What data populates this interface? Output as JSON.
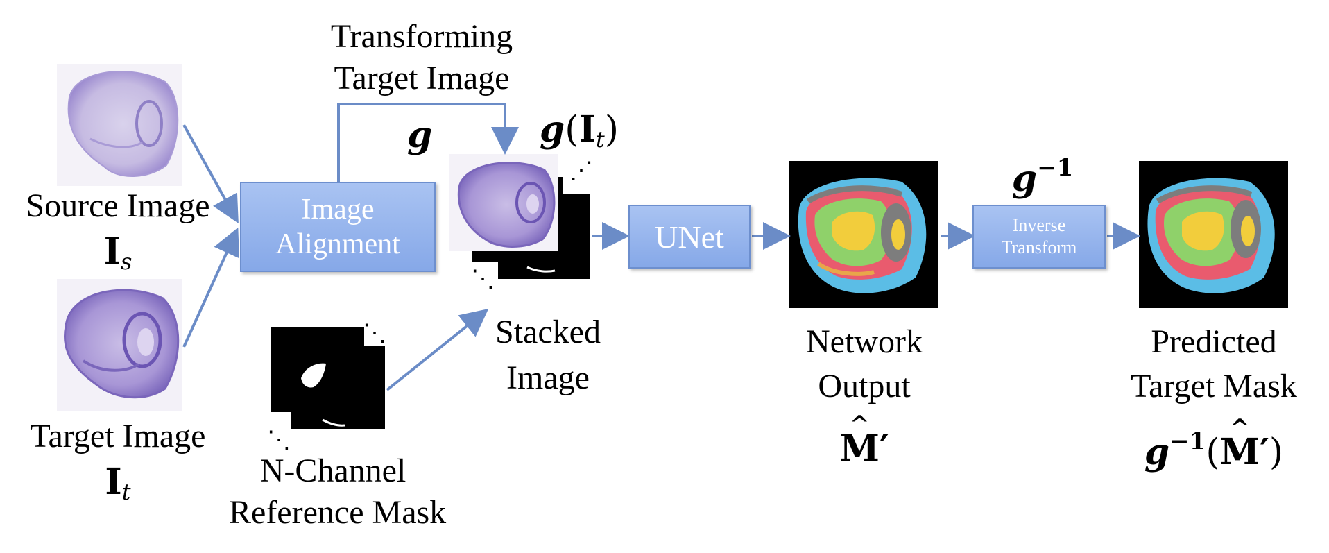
{
  "labels": {
    "source_image": "Source Image",
    "source_symbol": "I",
    "source_subscript": "s",
    "target_image": "Target Image",
    "target_symbol": "I",
    "target_subscript": "t",
    "transforming_line1": "Transforming",
    "transforming_line2": "Target Image",
    "g_symbol": "g",
    "g_of_it_g": "g",
    "g_of_it_open": "(",
    "g_of_it_I": "I",
    "g_of_it_sub": "t",
    "g_of_it_close": ")",
    "stacked_line1": "Stacked",
    "stacked_line2": "Image",
    "mask_line1": "N-Channel",
    "mask_line2": "Reference Mask",
    "network_line1": "Network",
    "network_line2": "Output",
    "network_symbol": "M",
    "network_prime": "′",
    "ginv_g": "g",
    "ginv_sup": "−1",
    "predicted_line1": "Predicted",
    "predicted_line2": "Target Mask",
    "pred_g": "g",
    "pred_sup": "−1",
    "pred_open": "(",
    "pred_M": "M",
    "pred_prime": "′",
    "pred_close": ")",
    "ellipsis": "⋰"
  },
  "boxes": {
    "image_alignment_line1": "Image",
    "image_alignment_line2": "Alignment",
    "unet": "UNet",
    "inverse_transform_line1": "Inverse",
    "inverse_transform_line2": "Transform"
  },
  "colors": {
    "box_fill": "#95b3ee",
    "arrow": "#6b8cc7",
    "tissue": "#8a78c0"
  }
}
